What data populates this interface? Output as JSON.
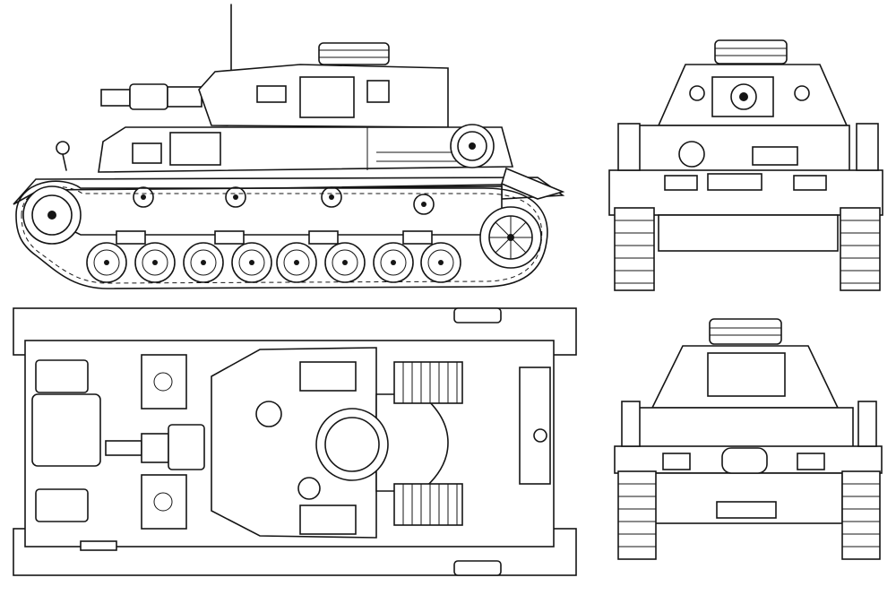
{
  "drawing": {
    "ink_color": "#151515",
    "paper_color": "#ffffff",
    "views": [
      "side-view",
      "front-view",
      "top-view",
      "rear-view"
    ],
    "road_wheels_per_side": 8,
    "return_rollers_per_side": 4
  }
}
